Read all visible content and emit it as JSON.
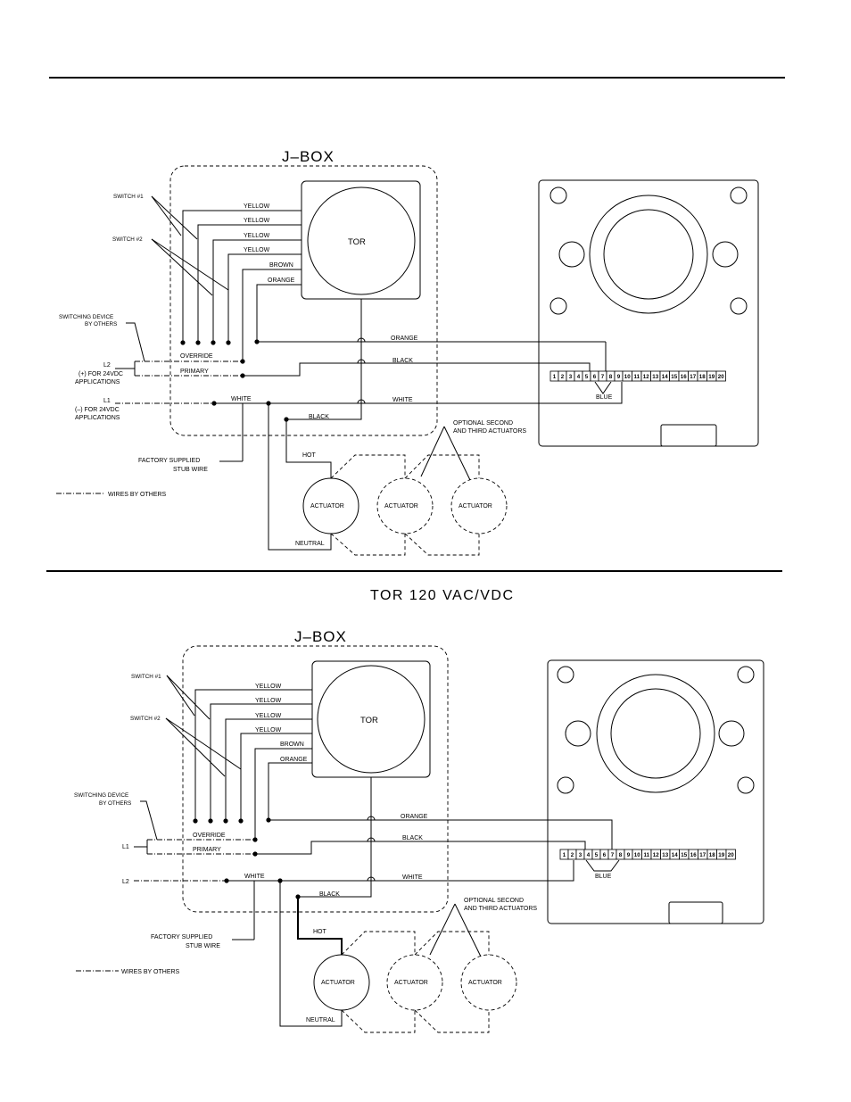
{
  "diagrams": [
    {
      "title": "",
      "jbox_label": "J–BOX",
      "tor_label": "TOR",
      "switch1_label": "SWITCH #1",
      "switch2_label": "SWITCH #2",
      "switching_device_line1": "SWITCHING DEVICE",
      "switching_device_line2": "BY OTHERS",
      "wires": {
        "yellow1": "YELLOW",
        "yellow2": "YELLOW",
        "yellow3": "YELLOW",
        "yellow4": "YELLOW",
        "brown": "BROWN",
        "orange_top": "ORANGE",
        "override": "OVERRIDE",
        "primary": "PRIMARY",
        "white_in": "WHITE",
        "black_out": "BLACK",
        "orange": "ORANGE",
        "black": "BLACK",
        "white": "WHITE",
        "blue": "BLUE",
        "hot": "HOT",
        "neutral": "NEUTRAL"
      },
      "l2_line1": "L2",
      "l2_line2": "(+) FOR 24VDC",
      "l2_line3": "APPLICATIONS",
      "l1_line1": "L1",
      "l1_line2": "(–) FOR 24VDC",
      "l1_line3": "APPLICATIONS",
      "stub_line1": "FACTORY SUPPLIED",
      "stub_line2": "STUB WIRE",
      "wires_by_others": "WIRES BY OTHERS",
      "optional_line1": "OPTIONAL SECOND",
      "optional_line2": "AND THIRD ACTUATORS",
      "actuator1": "ACTUATOR",
      "actuator2": "ACTUATOR",
      "actuator3": "ACTUATOR"
    },
    {
      "title": "TOR 120 VAC/VDC",
      "jbox_label": "J–BOX",
      "tor_label": "TOR",
      "switch1_label": "SWITCH #1",
      "switch2_label": "SWITCH #2",
      "switching_device_line1": "SWITCHING DEVICE",
      "switching_device_line2": "BY OTHERS",
      "wires": {
        "yellow1": "YELLOW",
        "yellow2": "YELLOW",
        "yellow3": "YELLOW",
        "yellow4": "YELLOW",
        "brown": "BROWN",
        "orange_top": "ORANGE",
        "override": "OVERRIDE",
        "primary": "PRIMARY",
        "white_in": "WHITE",
        "black_out": "BLACK",
        "orange": "ORANGE",
        "black": "BLACK",
        "white": "WHITE",
        "blue": "BLUE",
        "hot": "HOT",
        "neutral": "NEUTRAL"
      },
      "l1_label": "L1",
      "l2_label": "L2",
      "stub_line1": "FACTORY SUPPLIED",
      "stub_line2": "STUB WIRE",
      "wires_by_others": "WIRES BY OTHERS",
      "optional_line1": "OPTIONAL SECOND",
      "optional_line2": "AND THIRD ACTUATORS",
      "actuator1": "ACTUATOR",
      "actuator2": "ACTUATOR",
      "actuator3": "ACTUATOR"
    }
  ],
  "terminals": [
    "1",
    "2",
    "3",
    "4",
    "5",
    "6",
    "7",
    "8",
    "9",
    "10",
    "11",
    "12",
    "13",
    "14",
    "15",
    "16",
    "17",
    "18",
    "19",
    "20"
  ]
}
